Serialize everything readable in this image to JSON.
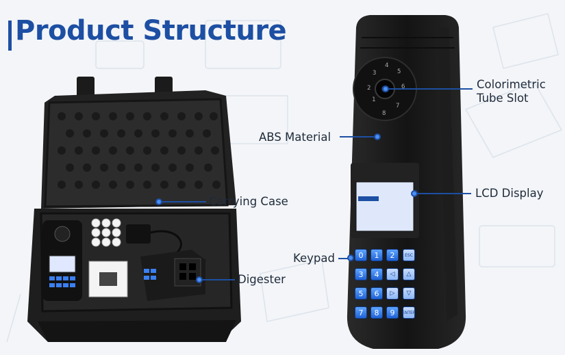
{
  "title": "Product Structure",
  "colors": {
    "accent": "#1d4fa3",
    "dot": "#4b8ff0"
  },
  "callouts": {
    "carrying_case": "Carrying Case",
    "digester": "Digester",
    "abs_material": "ABS Material",
    "keypad": "Keypad",
    "colorimetric_line1": "Colorimetric",
    "colorimetric_line2": "Tube Slot",
    "lcd_display": "LCD Display"
  },
  "tube_slot_numbers": [
    "1",
    "2",
    "3",
    "4",
    "5",
    "6",
    "7",
    "8"
  ],
  "keypad": {
    "keys": [
      "0",
      "1",
      "2",
      "ESC",
      "3",
      "4",
      "5",
      "6",
      "7",
      "8",
      "9",
      "ENTER"
    ]
  }
}
